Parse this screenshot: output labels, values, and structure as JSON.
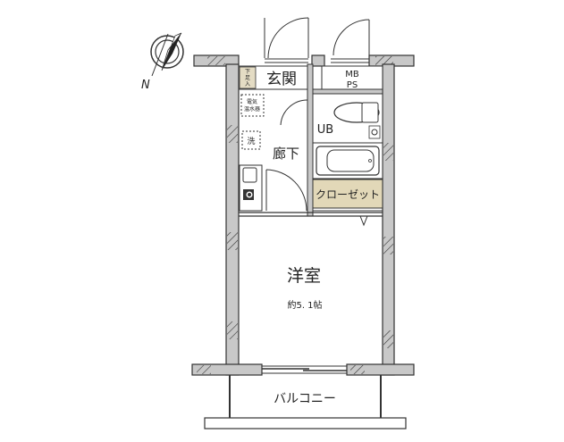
{
  "floorplan": {
    "compass": {
      "label": "N",
      "icon": "compass-icon"
    },
    "rooms": {
      "genkan": {
        "label": "玄関"
      },
      "shoe_storage": {
        "label_lines": [
          "下",
          "足",
          "入"
        ]
      },
      "mb_ps": {
        "line1": "MB",
        "line2": "PS"
      },
      "water_heater": {
        "line1": "電気",
        "line2": "温水器"
      },
      "washer": {
        "label": "洗"
      },
      "corridor": {
        "label": "廊下"
      },
      "unit_bath": {
        "label": "UB"
      },
      "closet": {
        "label": "クローゼット"
      },
      "western_room": {
        "label": "洋室",
        "size": "約5. 1帖"
      },
      "balcony": {
        "label": "バルコニー"
      }
    },
    "colors": {
      "wall": "#c8c8c8",
      "wall_stroke": "#333333",
      "storage_fill": "#e4dcc4",
      "closet_fill": "#e2d8b8",
      "background": "#ffffff"
    }
  }
}
